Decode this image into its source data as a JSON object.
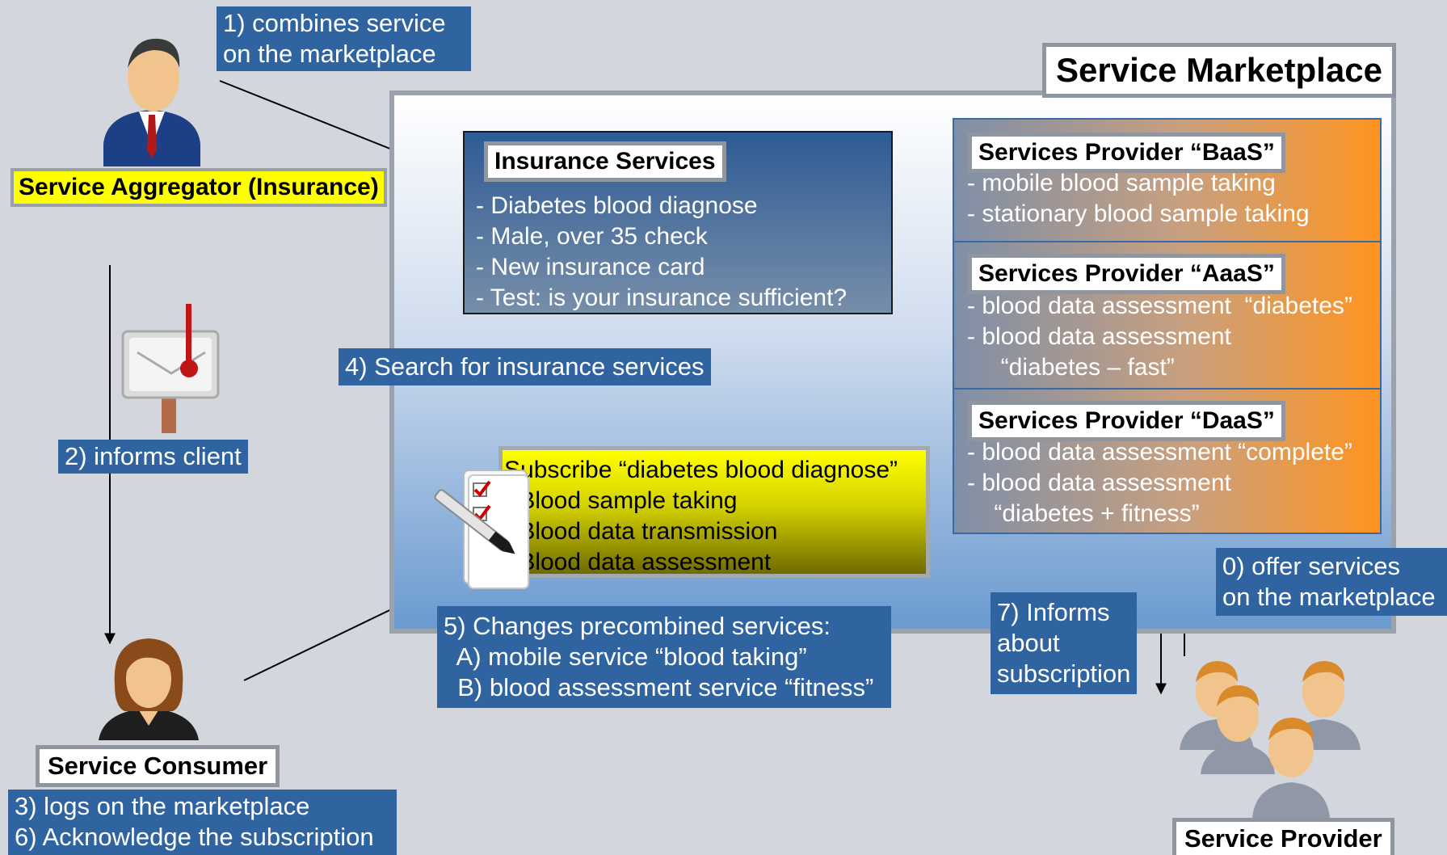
{
  "labels": {
    "combines": [
      "1)  combines service",
      "on the marketplace"
    ],
    "informs_client": "2) informs client",
    "logs_on": [
      "3) logs on the marketplace",
      "6) Acknowledge the subscription"
    ],
    "search": "4) Search for insurance services",
    "changes": [
      "5) Changes precombined services:",
      "  A) mobile service “blood taking”",
      "  B) blood assessment service “fitness”"
    ],
    "informs_sub": [
      "7) Informs",
      "about",
      "subscription"
    ],
    "offer": [
      "0)  offer services",
      "on the marketplace"
    ]
  },
  "actors": {
    "aggregator": "Service Aggregator (Insurance)",
    "consumer": "Service Consumer",
    "provider": "Service Provider"
  },
  "marketplace": {
    "title": "Service Marketplace",
    "insurance": {
      "title": "Insurance Services",
      "items": [
        "- Diabetes blood diagnose",
        "- Male, over 35 check",
        "- New insurance card",
        "- Test: is your insurance sufficient?"
      ]
    },
    "providers": [
      {
        "title": "Services Provider “BaaS”",
        "items": [
          "- mobile blood sample taking",
          "- stationary blood sample taking"
        ]
      },
      {
        "title": "Services Provider “AaaS”",
        "items": [
          "- blood data assessment  “diabetes”",
          "- blood data assessment",
          "     “diabetes – fast”"
        ]
      },
      {
        "title": "Services Provider “DaaS”",
        "items": [
          "- blood data assessment “complete”",
          "- blood data assessment",
          "    “diabetes + fitness”"
        ]
      }
    ],
    "subscribe": [
      "Subscribe “diabetes blood diagnose”",
      "- Blood sample taking",
      "- Blood data transmission",
      "- Blood data assessment"
    ]
  },
  "colors": {
    "background": "#d3d6dc",
    "label_blue": "#2f64a0",
    "highlight_yellow": "#ffff00",
    "provider_orange": "#ff9420"
  }
}
